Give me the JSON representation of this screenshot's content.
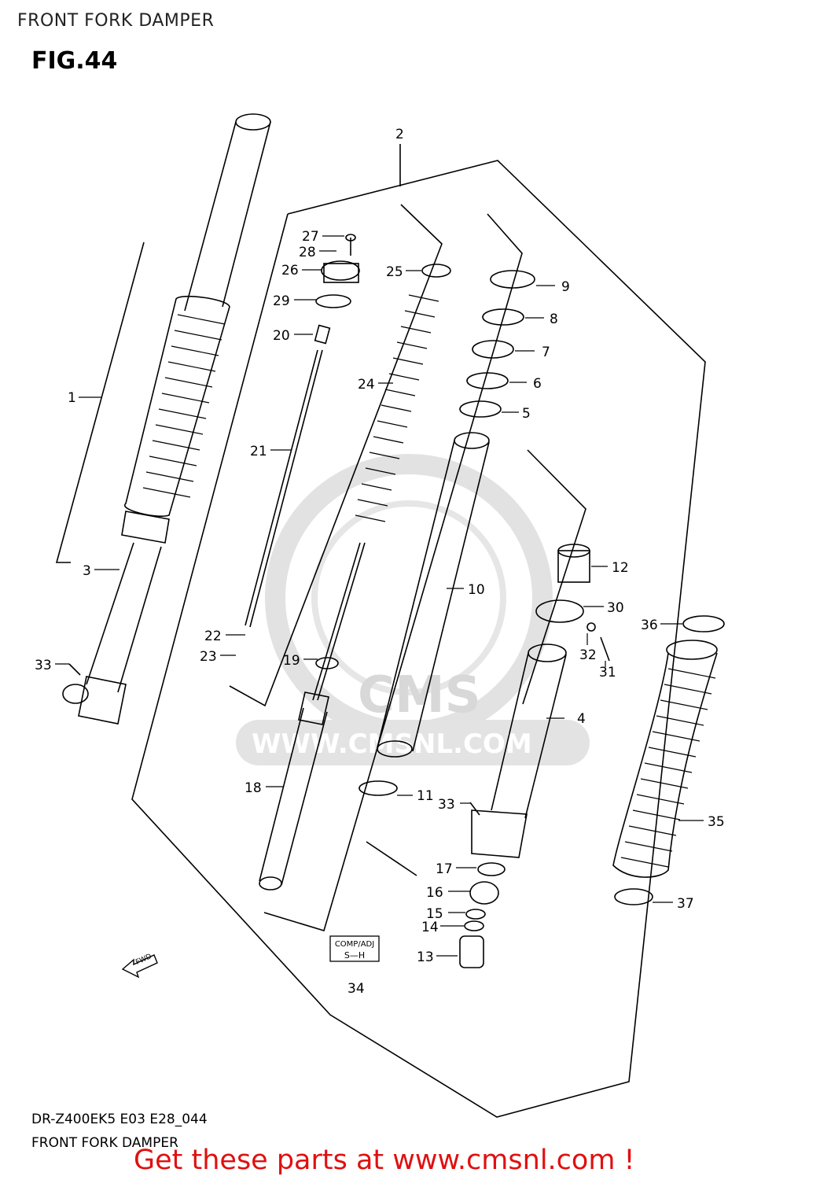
{
  "header": {
    "title": "FRONT FORK DAMPER",
    "figure": "FIG.44"
  },
  "parts": [
    {
      "num": "1"
    },
    {
      "num": "2"
    },
    {
      "num": "3"
    },
    {
      "num": "4"
    },
    {
      "num": "5"
    },
    {
      "num": "6"
    },
    {
      "num": "7"
    },
    {
      "num": "8"
    },
    {
      "num": "9"
    },
    {
      "num": "10"
    },
    {
      "num": "11"
    },
    {
      "num": "12"
    },
    {
      "num": "13"
    },
    {
      "num": "14"
    },
    {
      "num": "15"
    },
    {
      "num": "16"
    },
    {
      "num": "17"
    },
    {
      "num": "18"
    },
    {
      "num": "19"
    },
    {
      "num": "20"
    },
    {
      "num": "21"
    },
    {
      "num": "22"
    },
    {
      "num": "23"
    },
    {
      "num": "24"
    },
    {
      "num": "25"
    },
    {
      "num": "26"
    },
    {
      "num": "27"
    },
    {
      "num": "28"
    },
    {
      "num": "29"
    },
    {
      "num": "30"
    },
    {
      "num": "31"
    },
    {
      "num": "32"
    },
    {
      "num": "33"
    },
    {
      "num": "33"
    },
    {
      "num": "34"
    },
    {
      "num": "35"
    },
    {
      "num": "36"
    },
    {
      "num": "37"
    }
  ],
  "labels": {
    "comp_adj": "COMP/ADJ",
    "s_h": "S—H",
    "fwd": "FWD"
  },
  "watermark": {
    "logo": "CMS",
    "url": "WWW.CMSNL.COM"
  },
  "footer": {
    "ref_code": "DR-Z400EK5 E03 E28_044",
    "title": "FRONT FORK DAMPER",
    "cta": "Get these parts at www.cmsnl.com !"
  },
  "colors": {
    "cta": "#e01010",
    "watermark": "#d8d8d8",
    "line": "#000000"
  }
}
